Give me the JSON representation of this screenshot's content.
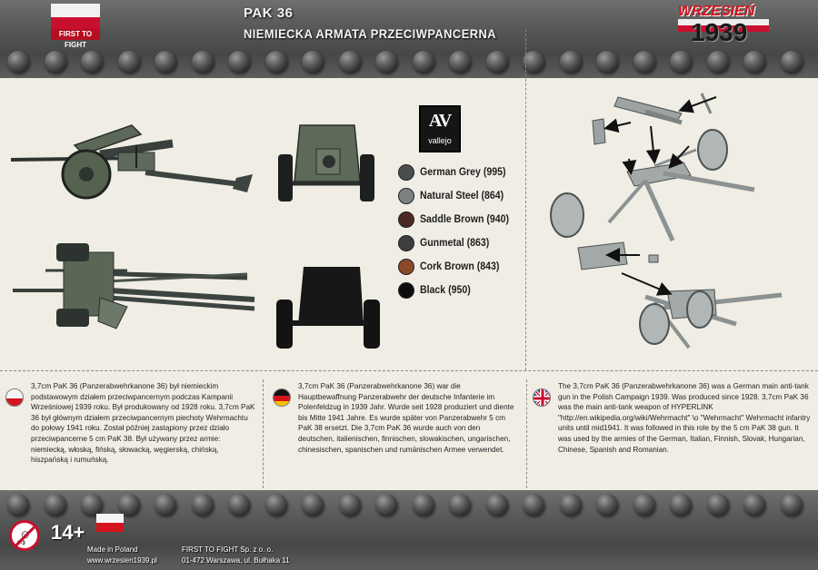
{
  "header": {
    "brand_logo": "FIRST TO FIGHT",
    "title": "PAK 36",
    "subtitle": "NIEMIECKA ARMATA PRZECIWPANCERNA",
    "series_logo": "WRZESIEŃ",
    "series_logo_year": "1939"
  },
  "paints": {
    "brand_short": "AV",
    "brand_name": "vallejo",
    "items": [
      {
        "label": "German Grey (995)",
        "color": "#4a4e4c"
      },
      {
        "label": "Natural Steel (864)",
        "color": "#7e8182"
      },
      {
        "label": "Saddle Brown (940)",
        "color": "#4a2a22"
      },
      {
        "label": "Gunmetal (863)",
        "color": "#3c3e3f"
      },
      {
        "label": "Cork Brown (843)",
        "color": "#8a4a2a"
      },
      {
        "label": "Black (950)",
        "color": "#0e0e0e"
      }
    ]
  },
  "descriptions": {
    "pl": "3,7cm PaK 36 (Panzerabwehrkanone 36) był niemieckim podstawowym działem przeciwpancernym podczas Kampanii Wrześniowej 1939 roku. Był produkowany od 1928 roku. 3,7cm PaK 36 był głównym działem przeciwpancernym piechoty Wehrmachtu do połowy 1941 roku. Został później zastąpiony przez działo przeciwpancerne 5 cm PaK 38. Był używany przez armie: niemiecką, włoską, fińską, słowacką, węgierską, chińską, hiszpańską i rumuńską.",
    "de": "3,7cm PaK 36 (Panzerabwehrkanone 36) war die Hauptbewaffnung Panzerabwehr der deutsche Infanterie im Polenfeldzug in 1939 Jahr. Wurde seit 1928 produziert und diente bis Mitte 1941 Jahre. Es wurde später von Panzerabwehr 5 cm PaK 38 ersetzt. Die 3,7cm PaK 36 wurde auch von den deutschen, italienischen, finnischen, slowakischen, ungarischen, chinesischen, spanischen und rumänischen Armee verwendet.",
    "en": "The 3,7cm PaK 36 (Panzerabwehrkanone 36) was a German main anti-tank gun in the Polish Campaign 1939. Was produced since 1928. 3,7cm PaK 36 was the main anti-tank weapon of HYPERLINK \"http://en.wikipedia.org/wiki/Wehrmacht\" \\o \"Wehrmacht\" Wehrmacht infantry units until mid1941. It was followed in this role by the 5 cm PaK 38 gun. It was used by the armies of the German, Italian, Finnish, Slovak, Hungarian, Chinese, Spanish and Romanian."
  },
  "footer": {
    "age_range": "0-3",
    "age": "14+",
    "made_in": "Made in Poland",
    "website": "www.wrzesien1939.pl",
    "company_name": "FIRST TO FIGHT Sp. z o. o.",
    "company_address": "01-472 Warszawa, ul. Bułhaka 11"
  }
}
